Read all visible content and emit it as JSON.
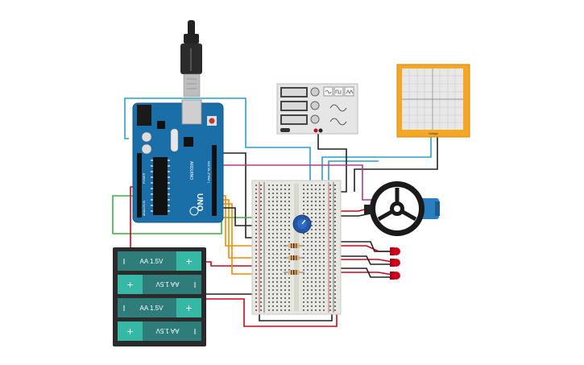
{
  "arduino": {
    "model": "UNO",
    "brand": "ARDUINO",
    "power_label": "POWER",
    "analog_label": "ANALOG IN",
    "digital_label": "DIGITAL (PWM~)"
  },
  "battery_pack": {
    "cells": [
      {
        "label": "AA 1.5V",
        "plus_side": "right",
        "flipped": false
      },
      {
        "label": "AA 1.5V",
        "plus_side": "left",
        "flipped": true
      },
      {
        "label": "AA 1.5V",
        "plus_side": "right",
        "flipped": false
      },
      {
        "label": "AA 1.5V",
        "plus_side": "left",
        "flipped": true
      }
    ],
    "plus_symbol": "+",
    "minus_symbol": "I"
  },
  "oscilloscope": {
    "label": "Voltage"
  },
  "function_generator": {
    "waveforms": [
      "sine",
      "square",
      "triangle"
    ]
  },
  "leds": [
    {
      "color": "#d0021b"
    },
    {
      "color": "#d0021b"
    },
    {
      "color": "#d0021b"
    }
  ],
  "colors": {
    "arduino_board": "#1b6fa8",
    "breadboard": "#e8e8e2",
    "battery_case": "#2b2b2b",
    "battery_cell": "#2e7d7a",
    "battery_plus": "#35b8a6",
    "scope_frame": "#f5a623",
    "wire_blue": "#2a9fc8",
    "wire_green": "#3cb043",
    "wire_red": "#d0021b",
    "wire_orange": "#f08a00",
    "wire_black": "#222222",
    "wire_purple": "#b03a8c",
    "servo": "#2b7fc1",
    "potentiometer": "#2257a8"
  }
}
